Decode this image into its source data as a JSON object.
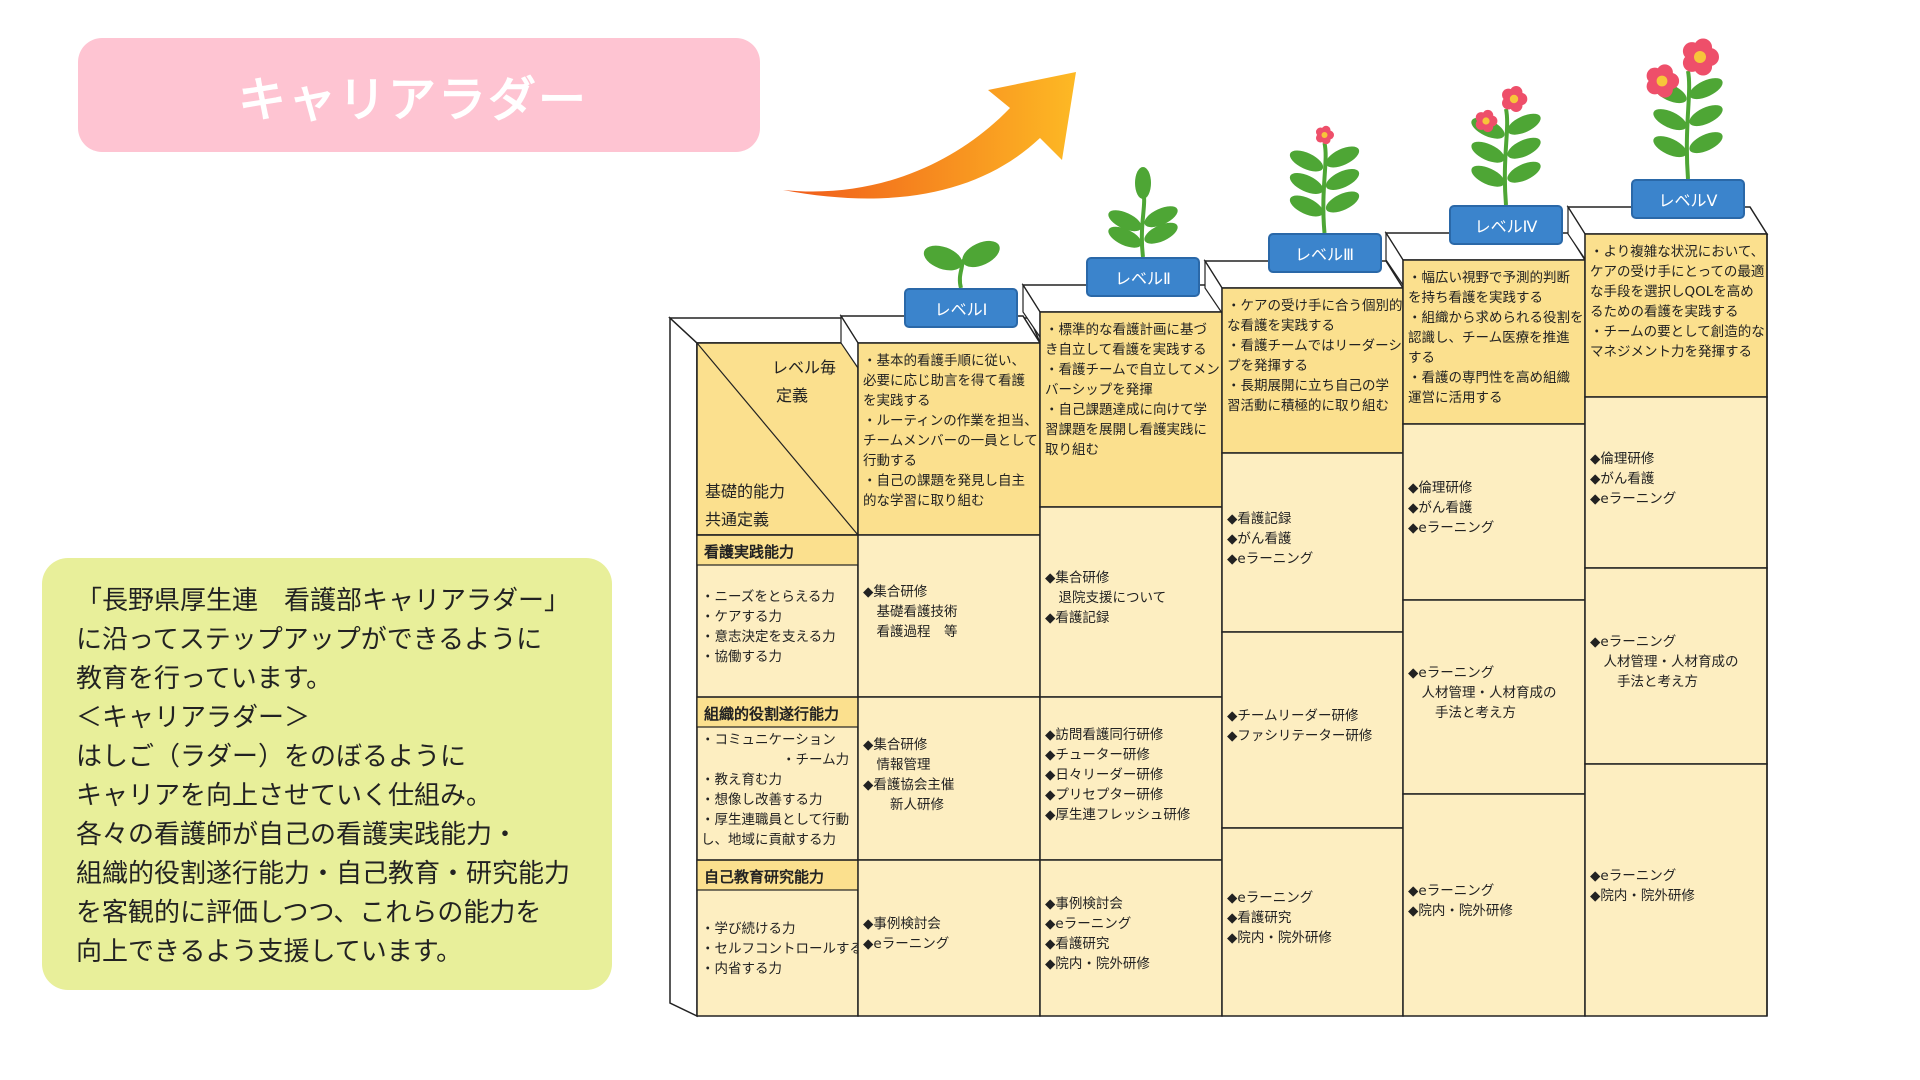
{
  "title": "キャリアラダー",
  "intro": {
    "lines": [
      "「長野県厚生連　看護部キャリアラダー」",
      "に沿ってステップアップができるように",
      "教育を行っています。",
      "＜キャリアラダー＞",
      "はしご（ラダー）をのぼるように",
      "キャリアを向上させていく仕組み。",
      "各々の看護師が自己の看護実践能力・",
      "組織的役割遂行能力・自己教育・研究能力",
      "を客観的に評価しつつ、これらの能力を",
      "向上できるよう支援しています。"
    ]
  },
  "header": {
    "level_label_1": "レベル毎",
    "level_label_2": "定義",
    "base_label_1": "基礎的能力",
    "base_label_2": "共通定義"
  },
  "rows": [
    {
      "title": "看護実践能力",
      "desc": [
        "・ニーズをとらえる力",
        "・ケアする力",
        "・意志決定を支える力",
        "・協働する力"
      ]
    },
    {
      "title": "組織的役割遂行能力",
      "desc": [
        "・コミュニケーション",
        "　　　　　　・チーム力",
        "・教え育む力",
        "・想像し改善する力",
        "・厚生連職員として行動",
        "し、地域に貢献する力"
      ]
    },
    {
      "title": "自己教育研究能力",
      "desc": [
        "・学び続ける力",
        "・セルフコントロールする力",
        "・内省する力"
      ]
    }
  ],
  "levels": [
    {
      "label": "レベルⅠ",
      "definition": [
        "・基本的看護手順に従い、",
        "必要に応じ助言を得て看護",
        "を実践する",
        "・ルーティンの作業を担当、",
        "チームメンバーの一員として",
        "行動する",
        "・自己の課題を発見し自主",
        "的な学習に取り組む"
      ],
      "practice": [
        "◆集合研修",
        "　基礎看護技術",
        "　看護過程　等"
      ],
      "org": [
        "◆集合研修",
        "　情報管理",
        "◆看護協会主催",
        "　　新人研修"
      ],
      "self": [
        "◆事例検討会",
        "◆eラーニング"
      ]
    },
    {
      "label": "レベルⅡ",
      "definition": [
        "・標準的な看護計画に基づ",
        "き自立して看護を実践する",
        "・看護チームで自立してメン",
        "バーシップを発揮",
        "・自己課題達成に向けて学",
        "習課題を展開し看護実践に",
        "取り組む"
      ],
      "practice": [
        "◆集合研修",
        "　退院支援について",
        "◆看護記録"
      ],
      "org": [
        "◆訪問看護同行研修",
        "◆チューター研修",
        "◆日々リーダー研修",
        "◆プリセプター研修",
        "◆厚生連フレッシュ研修"
      ],
      "self": [
        "◆事例検討会",
        "◆eラーニング",
        "◆看護研究",
        "◆院内・院外研修"
      ]
    },
    {
      "label": "レベルⅢ",
      "definition": [
        "・ケアの受け手に合う個別的",
        "な看護を実践する",
        "・看護チームではリーダーシッ",
        "プを発揮する",
        "・長期展開に立ち自己の学",
        "習活動に積極的に取り組む"
      ],
      "practice": [
        "◆看護記録",
        "◆がん看護",
        "◆eラーニング"
      ],
      "org": [
        "◆チームリーダー研修",
        "◆ファシリテーター研修"
      ],
      "self": [
        "◆eラーニング",
        "◆看護研究",
        "◆院内・院外研修"
      ]
    },
    {
      "label": "レベルⅣ",
      "definition": [
        "・幅広い視野で予測的判断",
        "を持ち看護を実践する",
        "・組織から求められる役割を",
        "認識し、チーム医療を推進",
        "する",
        "・看護の専門性を高め組織",
        "運営に活用する"
      ],
      "practice": [
        "◆倫理研修",
        "◆がん看護",
        "◆eラーニング"
      ],
      "org": [
        "◆eラーニング",
        "　人材管理・人材育成の",
        "　　手法と考え方"
      ],
      "self": [
        "◆eラーニング",
        "◆院内・院外研修"
      ]
    },
    {
      "label": "レベルⅤ",
      "definition": [
        "・より複雑な状況において、",
        "ケアの受け手にとっての最適",
        "な手段を選択しQOLを高め",
        "るための看護を実践する",
        "・チームの要として創造的な",
        "マネジメント力を発揮する"
      ],
      "practice": [
        "◆倫理研修",
        "◆がん看護",
        "◆eラーニング"
      ],
      "org": [
        "◆eラーニング",
        "　人材管理・人材育成の",
        "　　手法と考え方"
      ],
      "self": [
        "◆eラーニング",
        "◆院内・院外研修"
      ]
    }
  ],
  "colors": {
    "title_bg": "#fec4d2",
    "intro_bg": "#e8ef9a",
    "cell_bg": "#fdeec1",
    "definition_bg": "#fbe08e",
    "badge_bg": "#3b84cc",
    "arrow_start": "#f05a1a",
    "arrow_end": "#fdb924",
    "leaf": "#4ea635"
  }
}
